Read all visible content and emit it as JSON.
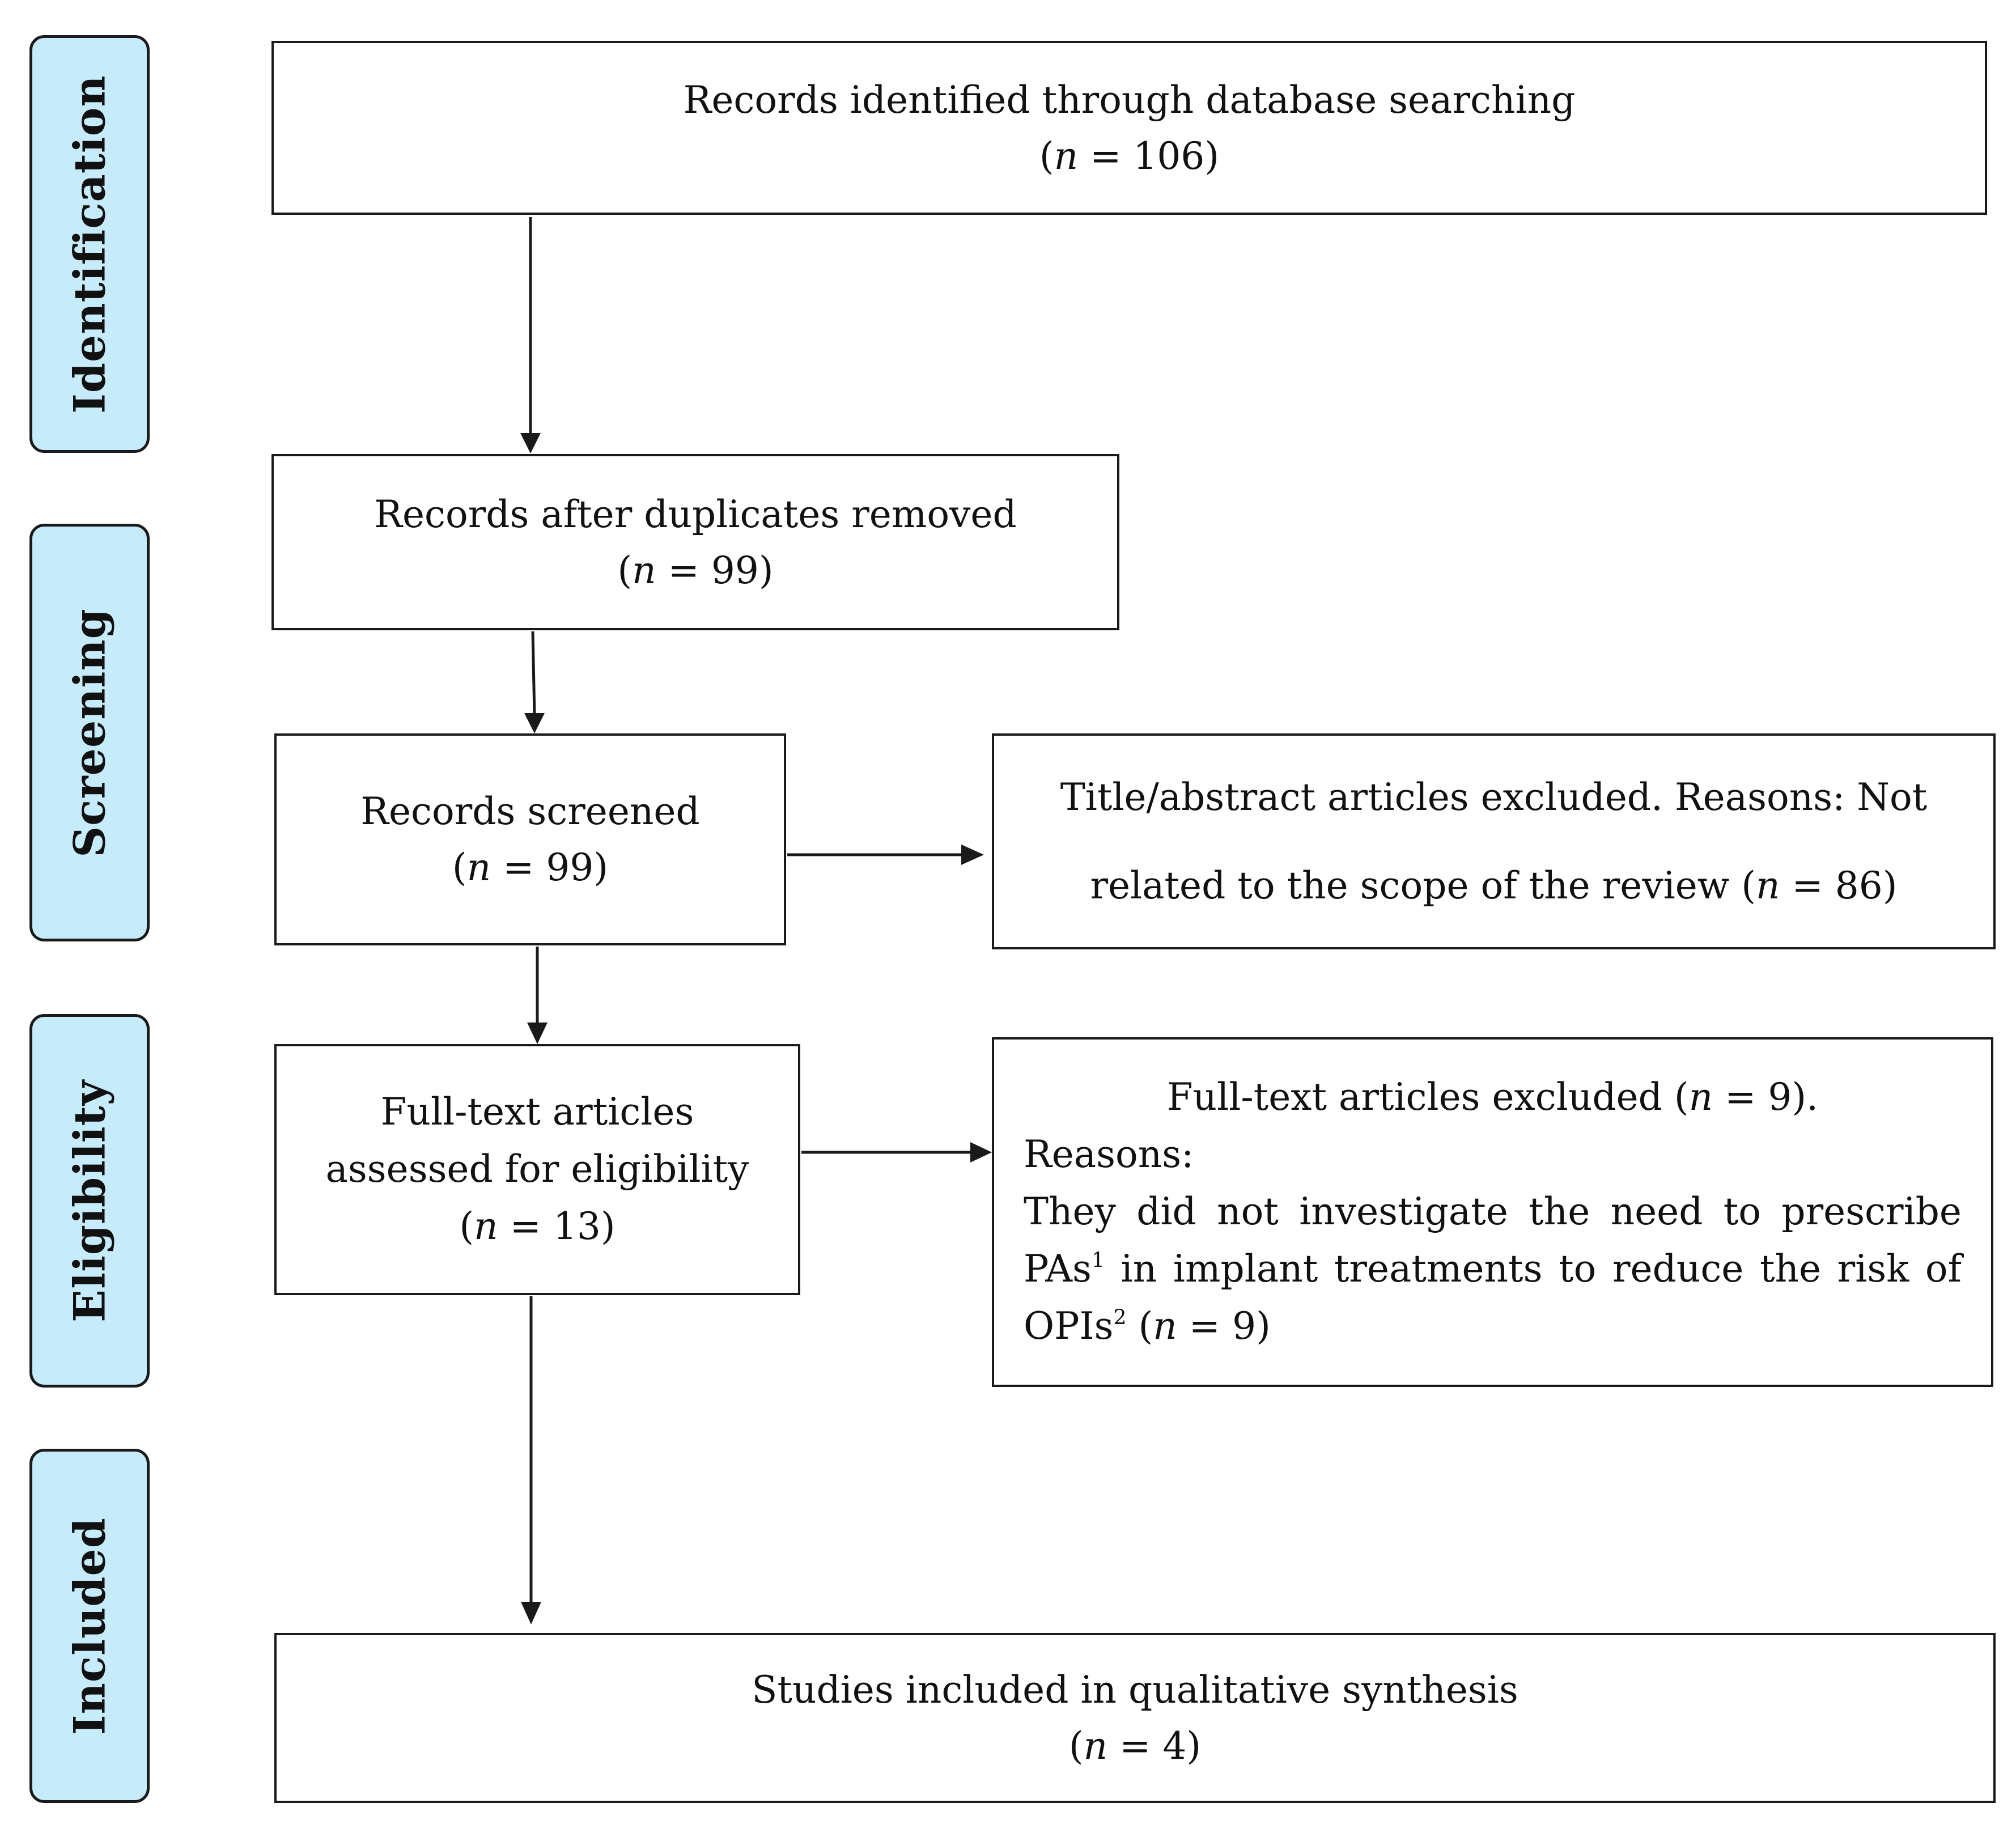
{
  "phases": [
    {
      "id": "identification",
      "label": "Identification"
    },
    {
      "id": "screening",
      "label": "Screening"
    },
    {
      "id": "eligibility",
      "label": "Eligibility"
    },
    {
      "id": "included",
      "label": "Included"
    }
  ],
  "boxes": {
    "identified": {
      "text": "Records identified through database searching",
      "n_prefix": "(",
      "n_var": "n",
      "n_value": " = 106)"
    },
    "deduplicated": {
      "text": "Records after duplicates removed",
      "n_prefix": "(",
      "n_var": "n",
      "n_value": " = 99)"
    },
    "screened": {
      "text": "Records screened",
      "n_prefix": "(",
      "n_var": "n",
      "n_value": " = 99)"
    },
    "title_excluded": {
      "text_1": "Title/abstract articles excluded. Reasons: Not",
      "text_2": "related to the scope of the review (",
      "n_var": "n",
      "n_value": " = 86)"
    },
    "fulltext_assessed": {
      "text_1": "Full-text articles",
      "text_2": "assessed for eligibility",
      "n_prefix": "(",
      "n_var": "n",
      "n_value": " = 13)"
    },
    "fulltext_excluded": {
      "heading": "Full-text articles excluded (",
      "heading_var": "n",
      "heading_value": " = 9).",
      "reasons_label": "Reasons:",
      "reason_part_1": "They did not investigate the need to prescribe PAs",
      "sup_1": "1",
      "reason_part_2": " in implant treatments to reduce the risk of OPIs",
      "sup_2": "2",
      "reason_part_3": " (",
      "reason_var": "n",
      "reason_value": " = 9)"
    },
    "included": {
      "text": "Studies included in qualitative synthesis",
      "n_prefix": "(",
      "n_var": "n",
      "n_value": " = 4)"
    }
  },
  "colors": {
    "phase_fill": "#c6ecfb",
    "stroke": "#1a1a1a",
    "box_fill": "#ffffff"
  }
}
